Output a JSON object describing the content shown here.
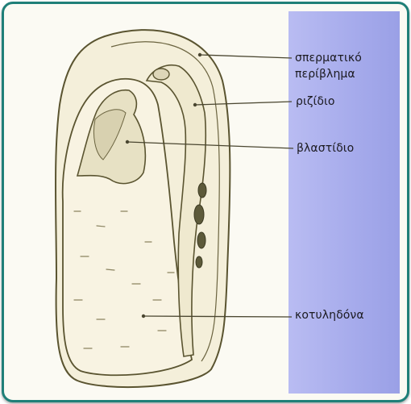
{
  "labels": {
    "seed_coat": "σπερματικό περίβλημα",
    "radicle": "ριζίδιο",
    "plumule": "βλαστίδιο",
    "cotyledon": "κοτυληδόνα"
  },
  "colors": {
    "frame_border": "#1f7f78",
    "label_panel": "#a7acec",
    "drawing_ink": "#5a5430",
    "background": "#fbfaf3"
  }
}
